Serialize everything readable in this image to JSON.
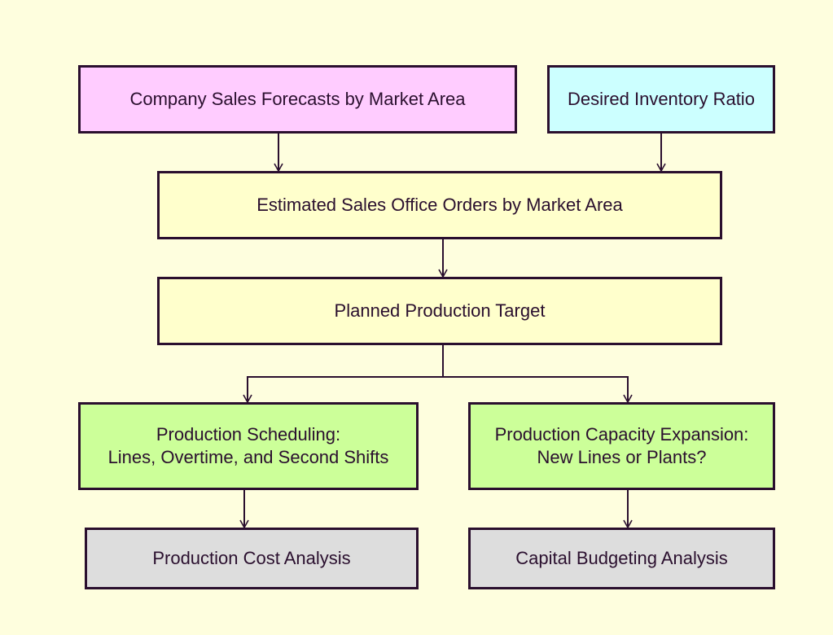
{
  "diagram": {
    "nodes": {
      "sales_forecasts": {
        "lines": [
          "Company Sales Forecasts by Market Area"
        ],
        "fill": "#ffccff"
      },
      "inventory_ratio": {
        "lines": [
          "Desired Inventory Ratio"
        ],
        "fill": "#ccffff"
      },
      "sales_office_orders": {
        "lines": [
          "Estimated Sales Office Orders by Market Area"
        ],
        "fill": "#ffffcc"
      },
      "production_target": {
        "lines": [
          "Planned Production Target"
        ],
        "fill": "#ffffcc"
      },
      "production_scheduling": {
        "lines": [
          "Production Scheduling:",
          "Lines, Overtime, and Second Shifts"
        ],
        "fill": "#ccff99"
      },
      "capacity_expansion": {
        "lines": [
          "Production Capacity Expansion:",
          "New Lines or Plants?"
        ],
        "fill": "#ccff99"
      },
      "cost_analysis": {
        "lines": [
          "Production Cost Analysis"
        ],
        "fill": "#dddddd"
      },
      "capital_budgeting": {
        "lines": [
          "Capital Budgeting Analysis"
        ],
        "fill": "#dddddd"
      }
    },
    "edges": [
      [
        "sales_forecasts",
        "sales_office_orders"
      ],
      [
        "inventory_ratio",
        "sales_office_orders"
      ],
      [
        "sales_office_orders",
        "production_target"
      ],
      [
        "production_target",
        "production_scheduling"
      ],
      [
        "production_target",
        "capacity_expansion"
      ],
      [
        "production_scheduling",
        "cost_analysis"
      ],
      [
        "capacity_expansion",
        "capital_budgeting"
      ]
    ],
    "colors": {
      "background": "#fefede",
      "stroke": "#2a0f2e",
      "text": "#2a0f2e"
    }
  }
}
